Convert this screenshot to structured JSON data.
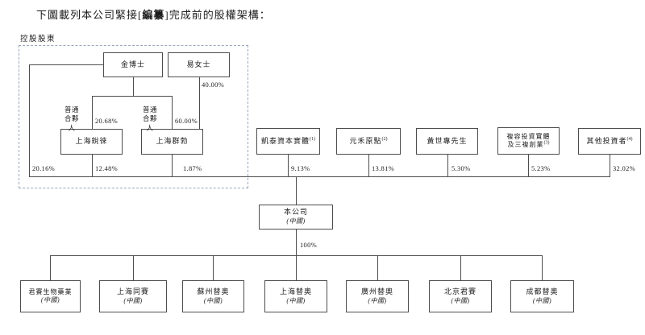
{
  "title": {
    "prefix": "下圖載列本公司緊接[",
    "emphasis": "編纂",
    "suffix": "]完成前的股權架構："
  },
  "controlling_shareholders_label": "控股股東",
  "top": {
    "jin": {
      "label": "金博士",
      "direct_pct": "20.16%",
      "gp_label_line1": "普通",
      "gp_label_line2": "合夥人",
      "gp_ruilai_pct": "20.68%",
      "gp_qunbo_pct": "60.00%"
    },
    "yi": {
      "label": "易女士",
      "qunbo_pct": "40.00%"
    },
    "ruilai": {
      "label": "上海銳徠",
      "pct": "12.48%"
    },
    "qunbo": {
      "label": "上海群勃",
      "pct": "1.87%"
    }
  },
  "investors": [
    {
      "label": "凱泰資本實體",
      "sup": "(1)",
      "pct": "9.13%"
    },
    {
      "label": "元禾原點",
      "sup": "(2)",
      "pct": "13.81%"
    },
    {
      "label": "黃世專先生",
      "pct": "5.30%"
    },
    {
      "label": "複容投資實體",
      "label2": "及三複創業",
      "sup": "(3)",
      "pct": "5.23%"
    },
    {
      "label": "其他投資者",
      "sup": "(4)",
      "pct": "32.02%"
    }
  ],
  "company": {
    "label": "本公司",
    "country": "(中國)",
    "subs_pct": "100%"
  },
  "subsidiaries": [
    {
      "label": "君賽生物藥業",
      "country": "(中國)"
    },
    {
      "label": "上海同賽",
      "country": "(中國)"
    },
    {
      "label": "蘇州替奧",
      "country": "(中國)"
    },
    {
      "label": "上海替奧",
      "country": "(中國)"
    },
    {
      "label": "廣州替奧",
      "country": "(中國)"
    },
    {
      "label": "北京君賽",
      "country": "(中國)"
    },
    {
      "label": "成都替奧",
      "country": "(中國)"
    }
  ]
}
